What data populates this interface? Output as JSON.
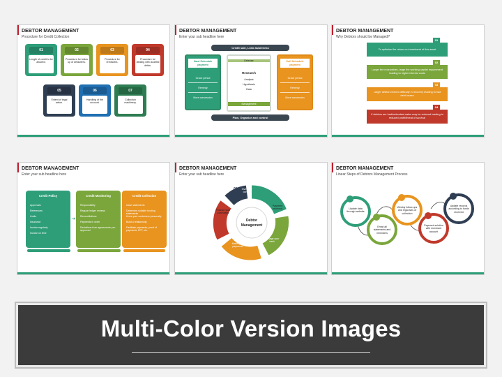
{
  "slides": [
    {
      "title": "DEBTOR MANAGEMENT",
      "subtitle": "Procedure for Credit Collection",
      "tiles": [
        {
          "num": "01",
          "text": "Length of credit to be allowed.",
          "color": "#2e9e79"
        },
        {
          "num": "02",
          "text": "Procedure for follow up of defaulters.",
          "color": "#7aa63b"
        },
        {
          "num": "03",
          "text": "Procedure for reminders.",
          "color": "#e8941f"
        },
        {
          "num": "04",
          "text": "Procedure for dealing with doubtful debts.",
          "color": "#c0392b"
        },
        {
          "num": "05",
          "text": "Extent of legal action.",
          "color": "#2f3e52"
        },
        {
          "num": "06",
          "text": "Handling of the account.",
          "color": "#1f6fb2"
        },
        {
          "num": "07",
          "text": "Collection machinery.",
          "color": "#2e7d52"
        }
      ]
    },
    {
      "title": "DEBTOR MANAGEMENT",
      "subtitle": "Enter your sub headline here",
      "top_banner": "Credit sale, Lean awareness",
      "bottom_banner": "Plan, Organize and control",
      "left": {
        "head": "Hard Schedule payment",
        "items": [
          "Grace period",
          "Remedy",
          "More concession"
        ]
      },
      "center": {
        "head": "Research",
        "items": [
          "Defense",
          "Research",
          "Analysis",
          "Hypothesis",
          "Data",
          "Management"
        ]
      },
      "right": {
        "head": "Soft Schedule payment",
        "items": [
          "Grace period",
          "Remedy",
          "More concession"
        ]
      }
    },
    {
      "title": "DEBTOR MANAGEMENT",
      "subtitle": "Why Debtors should be Managed?",
      "rows": [
        {
          "num": "01",
          "text": "To optimize the return on investment of this asset",
          "color": "#2e9e79"
        },
        {
          "num": "02",
          "text": "Larger the receivables, large the working capital requirement leading to higher interest costs",
          "color": "#7aa63b"
        },
        {
          "num": "03",
          "text": "Larger debtors lead to difficulty in recovery leading to bad debt losses",
          "color": "#e8941f"
        },
        {
          "num": "04",
          "text": "If debtors are bad/redundant sales may be reduced leading to reduced profit/threat of survival",
          "color": "#c0392b"
        }
      ]
    },
    {
      "title": "DEBTOR MANAGEMENT",
      "subtitle": "Enter your sub headline here",
      "panels": [
        {
          "head": "Credit Policy",
          "items": [
            "Approvals",
            "References",
            "Limits",
            "Insurance",
            "Invoice regularly",
            "Invoice on time"
          ],
          "color": "#2e9e79"
        },
        {
          "head": "Credit Monitoring",
          "items": [
            "Responsibility",
            "Regular ledger reviews",
            "Reconciliations",
            "Payments in order",
            "Deviations from agreements pre-approved"
          ],
          "color": "#7aa63b"
        },
        {
          "head": "Credit Collection",
          "items": [
            "Issue statements",
            "Determine suitable funding statements",
            "Know your customers personally",
            "Build a relationship",
            "Facilitate payments, proof of payments, EFT, etc."
          ],
          "color": "#e8941f"
        }
      ]
    },
    {
      "title": "DEBTOR MANAGEMENT",
      "subtitle": "Enter your sub headline here",
      "center": "Debtor Management",
      "segments": [
        {
          "num": "01",
          "text": "Payment received",
          "color": "#2e9e79"
        },
        {
          "num": "02",
          "text": "Manage your cash",
          "color": "#7aa63b"
        },
        {
          "num": "03",
          "text": "Make your payments",
          "color": "#e8941f"
        },
        {
          "num": "04",
          "text": "Finance your purchases",
          "color": "#c0392b"
        },
        {
          "num": "05",
          "text": "Inventory control",
          "color": "#2f3e52"
        }
      ]
    },
    {
      "title": "DEBTOR MANAGEMENT",
      "subtitle": "Linear Steps of Debtors Management Process",
      "steps": [
        {
          "text": "Update data through website",
          "color": "#2e9e79"
        },
        {
          "text": "Email all statements and reminders",
          "color": "#7aa63b"
        },
        {
          "text": "Weekly follow ups and legal acts of collection",
          "color": "#e8941f"
        },
        {
          "text": "Payment solution with merchant account",
          "color": "#c0392b"
        },
        {
          "text": "Update records according to funds received",
          "color": "#2f3e52"
        }
      ]
    }
  ],
  "footer": {
    "title": "Multi-Color Version Images"
  }
}
